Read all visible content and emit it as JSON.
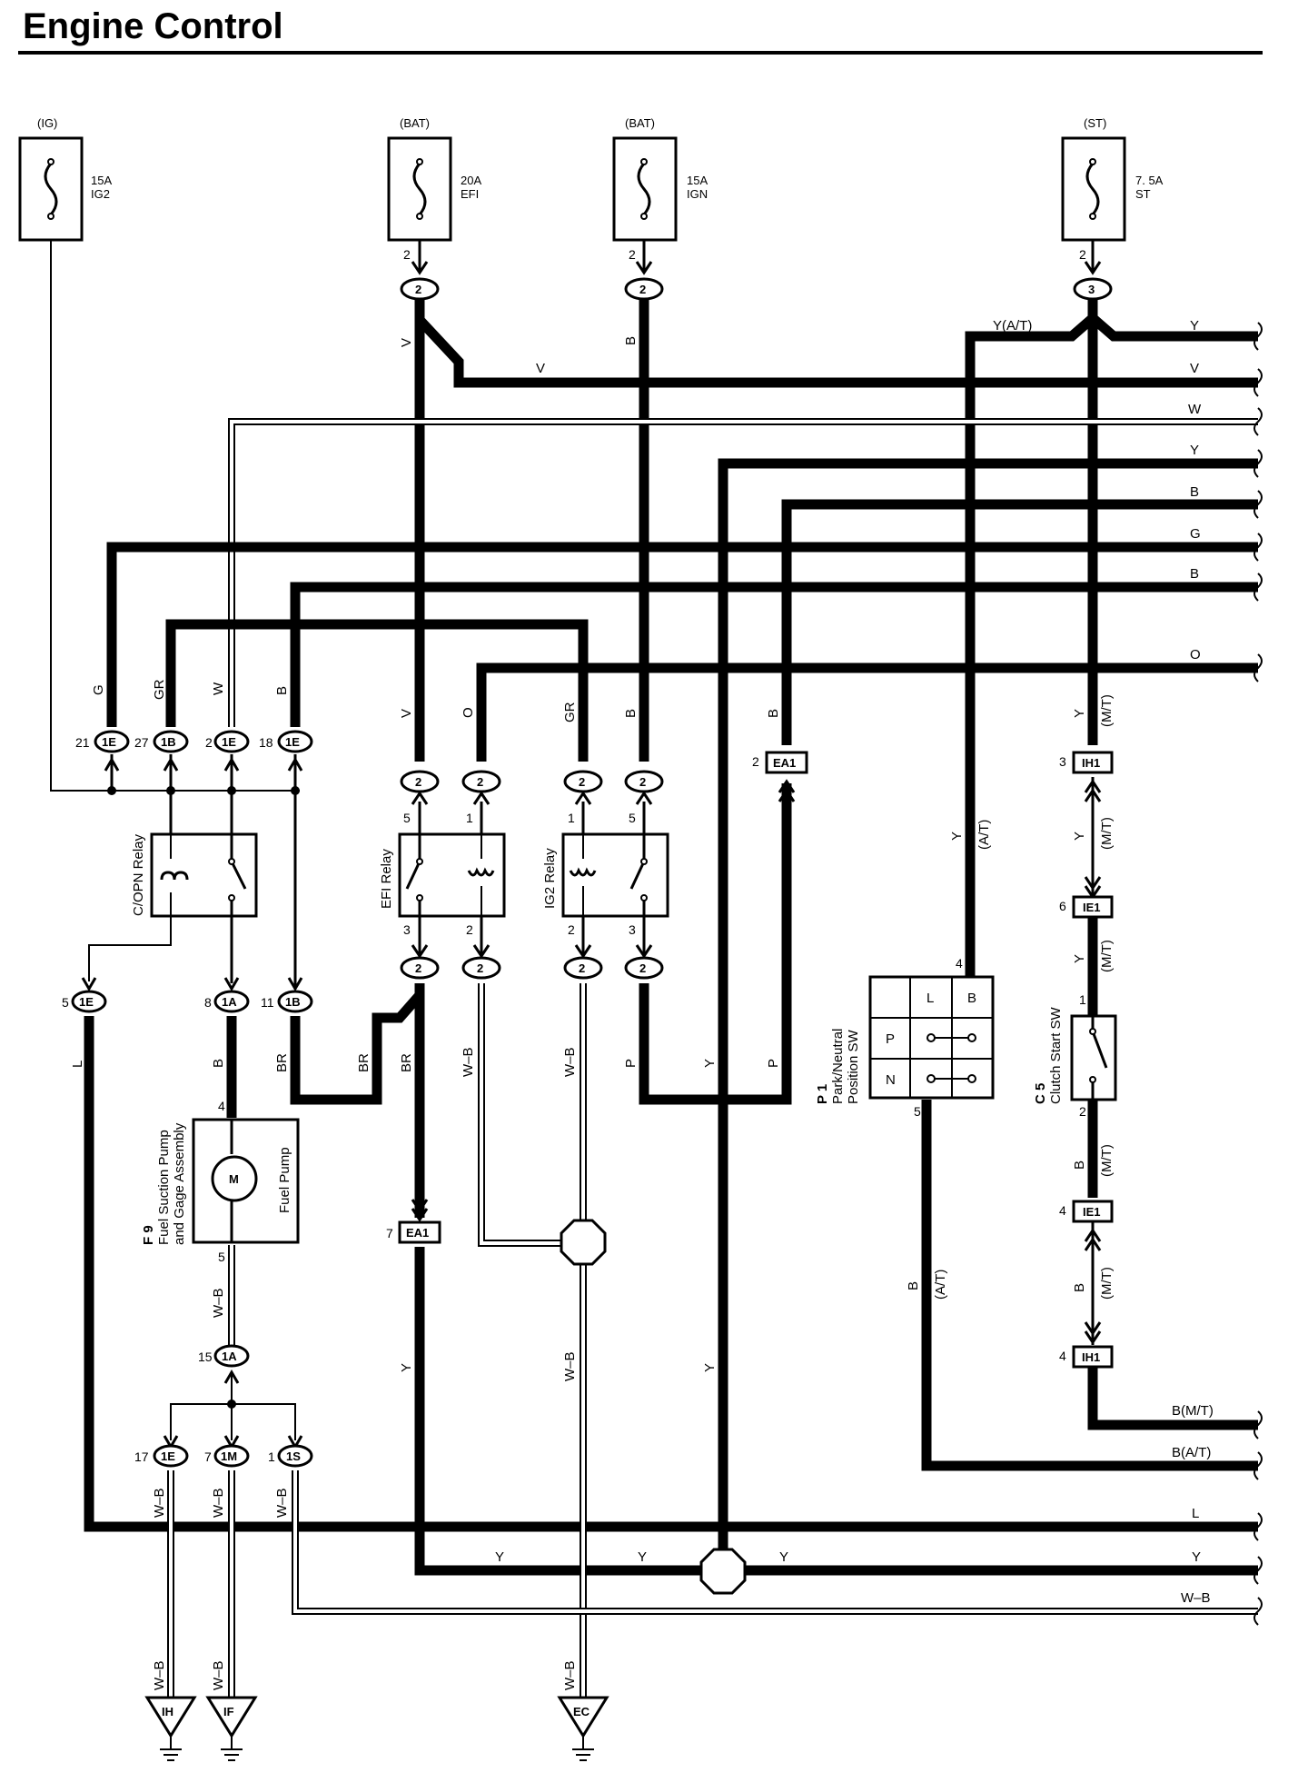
{
  "title": "Engine Control",
  "fuses": [
    {
      "source": "(IG)",
      "amps": "15A",
      "name": "IG2",
      "pin": ""
    },
    {
      "source": "(BAT)",
      "amps": "20A",
      "name": "EFI",
      "pin": "2"
    },
    {
      "source": "(BAT)",
      "amps": "15A",
      "name": "IGN",
      "pin": "2"
    },
    {
      "source": "(ST)",
      "amps": "7. 5A",
      "name": "ST",
      "pin": "2"
    }
  ],
  "right_edge_wires": [
    "Y",
    "V",
    "W",
    "Y",
    "B",
    "G",
    "B",
    "O",
    "B(M/T)",
    "B(A/T)",
    "L",
    "Y",
    "W–B"
  ],
  "wire_labels": {
    "v": "V",
    "b": "B",
    "y": "Y",
    "w": "W",
    "g": "G",
    "gr": "GR",
    "o": "O",
    "br": "BR",
    "wb": "W–B",
    "l": "L",
    "p": "P",
    "y_at": "Y(A/T)",
    "at": "(A/T)",
    "mt": "(M/T)"
  },
  "junction_connectors": [
    {
      "pin": "21",
      "id": "1E"
    },
    {
      "pin": "27",
      "id": "1B"
    },
    {
      "pin": "2",
      "id": "1E"
    },
    {
      "pin": "18",
      "id": "1E"
    },
    {
      "pin": "5",
      "id": "1E"
    },
    {
      "pin": "8",
      "id": "1A"
    },
    {
      "pin": "11",
      "id": "1B"
    },
    {
      "pin": "15",
      "id": "1A"
    },
    {
      "pin": "17",
      "id": "1E"
    },
    {
      "pin": "7",
      "id": "1M"
    },
    {
      "pin": "1",
      "id": "1S"
    }
  ],
  "inline_connectors": [
    {
      "pin": "2",
      "id": "EA1"
    },
    {
      "pin": "7",
      "id": "EA1"
    },
    {
      "pin": "3",
      "id": "IH1"
    },
    {
      "pin": "6",
      "id": "IE1"
    },
    {
      "pin": "4",
      "id": "IE1"
    },
    {
      "pin": "4",
      "id": "IH1"
    }
  ],
  "circle_connector_label": "2",
  "circle_connector_label_st": "3",
  "relays": [
    {
      "name": "C/OPN Relay"
    },
    {
      "name": "EFI Relay",
      "pins": [
        "5",
        "1",
        "3",
        "2"
      ]
    },
    {
      "name": "IG2 Relay",
      "pins": [
        "1",
        "5",
        "2",
        "3"
      ]
    }
  ],
  "fuel_pump": {
    "code": "F 9",
    "name_line1": "Fuel Suction Pump",
    "name_line2": "and Gage Assembly",
    "label": "Fuel Pump",
    "motor": "M",
    "pin_top": "4",
    "pin_bottom": "5"
  },
  "park_neutral_sw": {
    "code": "P 1",
    "name_line1": "Park/Neutral",
    "name_line2": "Position SW",
    "col_l": "L",
    "col_b": "B",
    "row_p": "P",
    "row_n": "N",
    "pin_top": "4",
    "pin_bottom": "5"
  },
  "clutch_start_sw": {
    "code": "C 5",
    "name": "Clutch Start SW",
    "pin_top": "1",
    "pin_bottom": "2"
  },
  "grounds": [
    "IH",
    "IF",
    "EC"
  ]
}
